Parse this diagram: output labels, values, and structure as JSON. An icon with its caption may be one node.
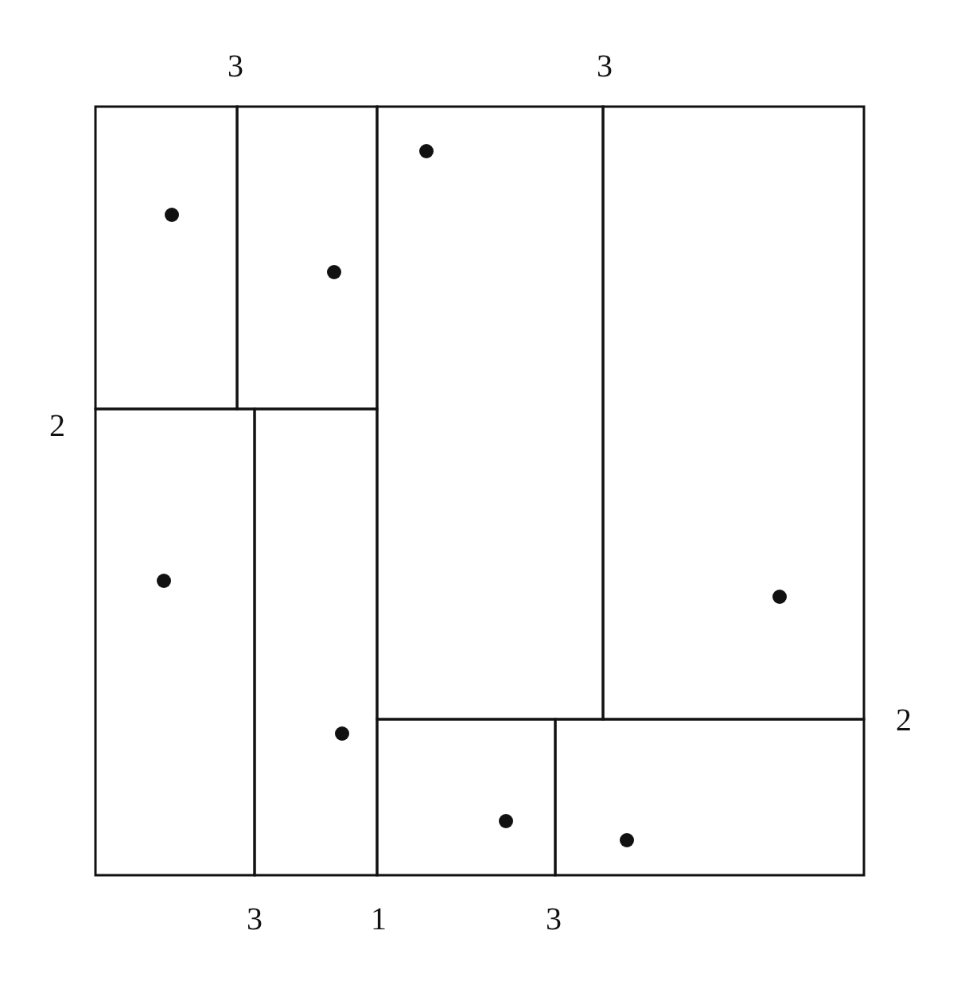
{
  "diagram": {
    "labels": [
      "3",
      "3",
      "2",
      "2",
      "3",
      "1",
      "3"
    ]
  }
}
